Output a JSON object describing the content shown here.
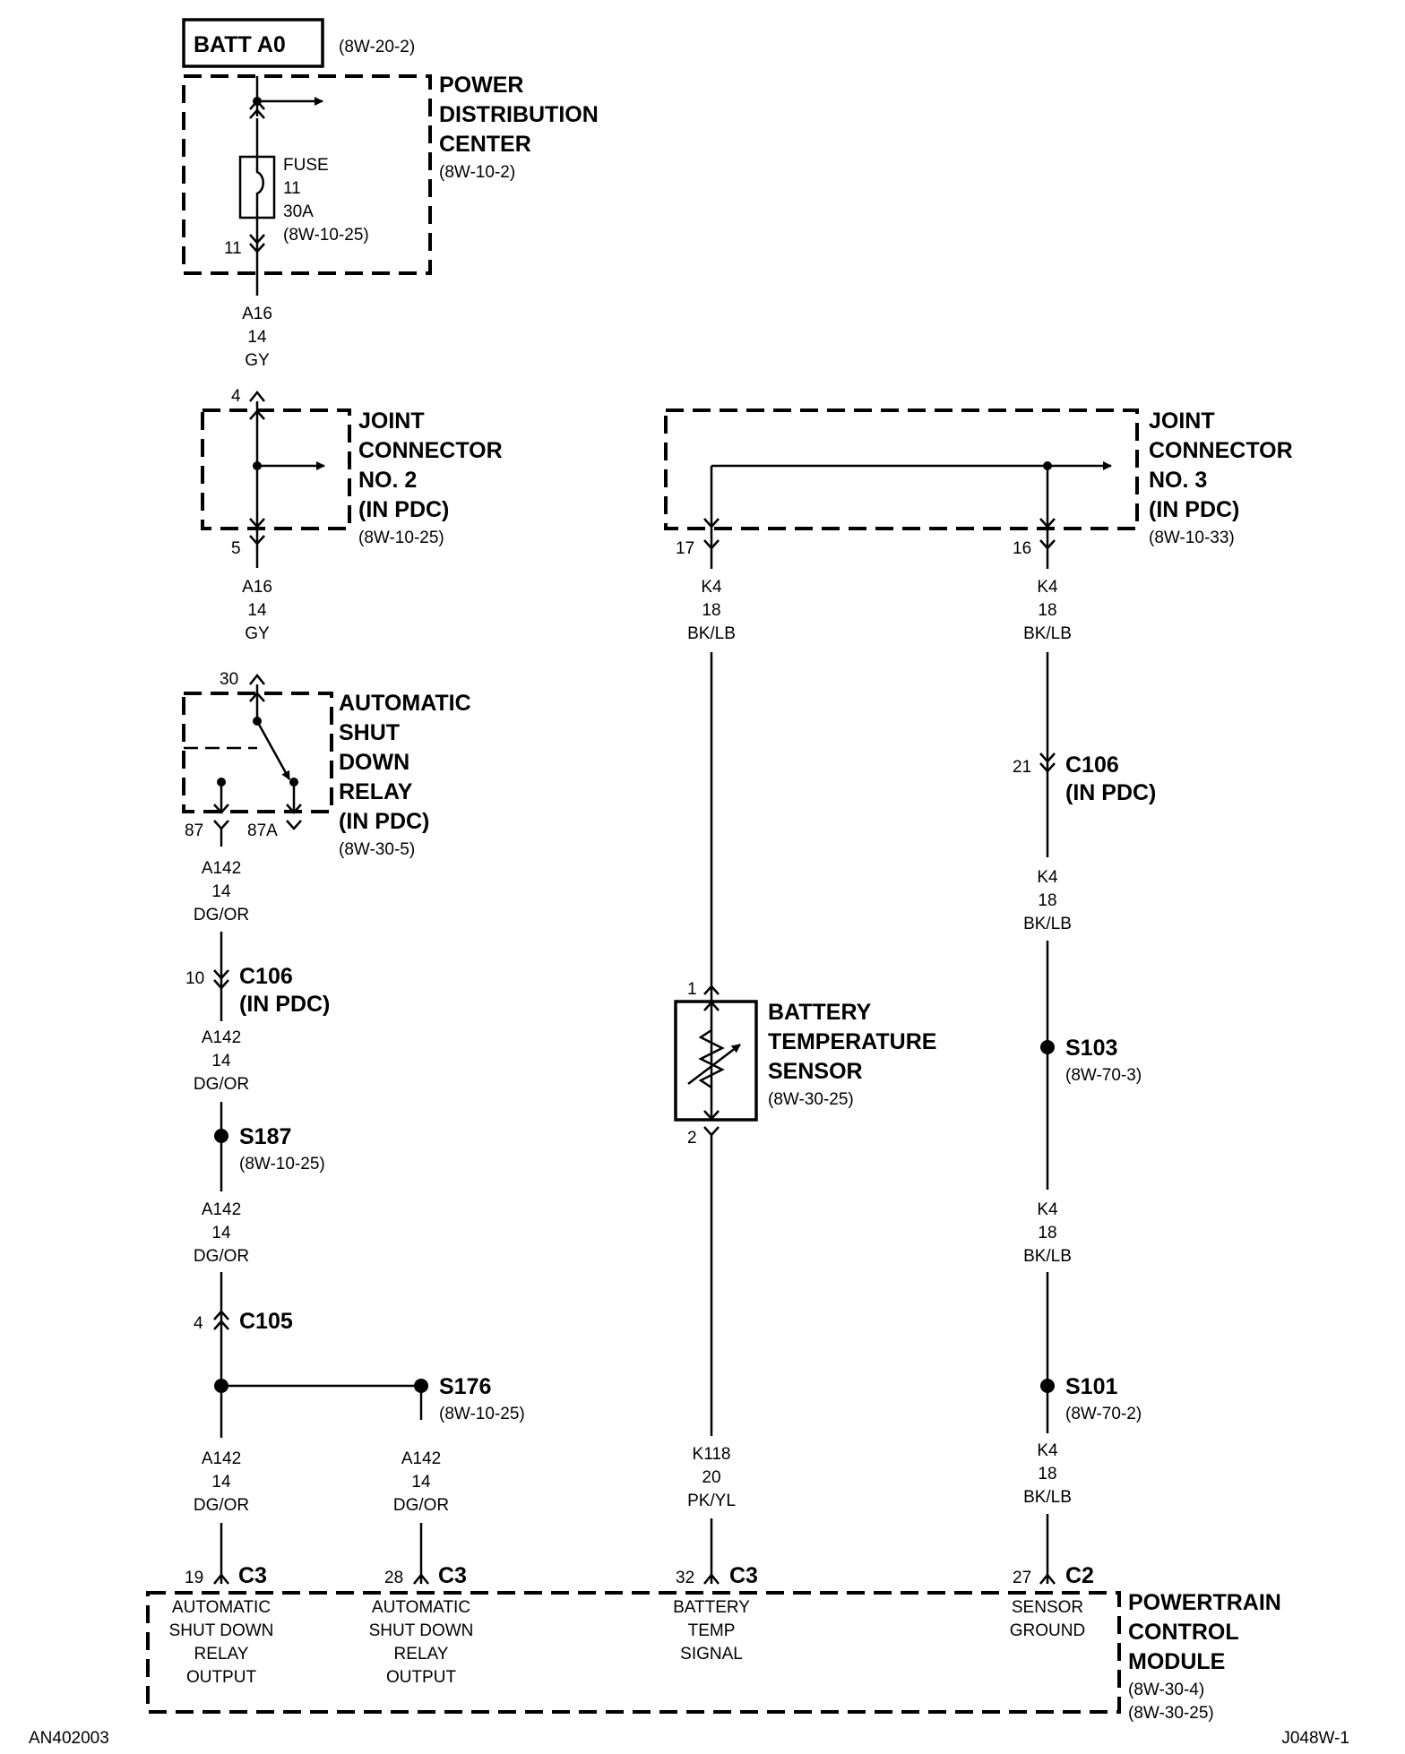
{
  "source": {
    "label": "BATT A0",
    "ref": "(8W-20-2)"
  },
  "pdc": {
    "title": [
      "POWER",
      "DISTRIBUTION",
      "CENTER"
    ],
    "ref": "(8W-10-2)",
    "fuse": [
      "FUSE",
      "11",
      "30A",
      "(8W-10-25)"
    ],
    "pin_out": "11"
  },
  "wire_a16_1": [
    "A16",
    "14",
    "GY"
  ],
  "jc2": {
    "title": [
      "JOINT",
      "CONNECTOR",
      "NO. 2",
      "(IN PDC)"
    ],
    "ref": "(8W-10-25)",
    "pin_in": "4",
    "pin_out": "5"
  },
  "wire_a16_2": [
    "A16",
    "14",
    "GY"
  ],
  "asd_relay": {
    "title": [
      "AUTOMATIC",
      "SHUT",
      "DOWN",
      "RELAY",
      "(IN PDC)"
    ],
    "ref": "(8W-30-5)",
    "pin_in": "30",
    "pin_87": "87",
    "pin_87a": "87A"
  },
  "wire_a142_1": [
    "A142",
    "14",
    "DG/OR"
  ],
  "c106_left": {
    "pin": "10",
    "label": [
      "C106",
      "(IN PDC)"
    ]
  },
  "wire_a142_2": [
    "A142",
    "14",
    "DG/OR"
  ],
  "s187": {
    "label": "S187",
    "ref": "(8W-10-25)"
  },
  "wire_a142_3": [
    "A142",
    "14",
    "DG/OR"
  ],
  "c105": {
    "pin": "4",
    "label": "C105"
  },
  "s176": {
    "label": "S176",
    "ref": "(8W-10-25)"
  },
  "wire_a142_4": [
    "A142",
    "14",
    "DG/OR"
  ],
  "wire_a142_5": [
    "A142",
    "14",
    "DG/OR"
  ],
  "jc3": {
    "title": [
      "JOINT",
      "CONNECTOR",
      "NO. 3",
      "(IN PDC)"
    ],
    "ref": "(8W-10-33)",
    "pin_left": "17",
    "pin_right": "16"
  },
  "wire_k4_left": [
    "K4",
    "18",
    "BK/LB"
  ],
  "wire_k4_right_1": [
    "K4",
    "18",
    "BK/LB"
  ],
  "c106_right": {
    "pin": "21",
    "label": [
      "C106",
      "(IN PDC)"
    ]
  },
  "wire_k4_right_2": [
    "K4",
    "18",
    "BK/LB"
  ],
  "s103": {
    "label": "S103",
    "ref": "(8W-70-3)"
  },
  "wire_k4_right_3": [
    "K4",
    "18",
    "BK/LB"
  ],
  "s101": {
    "label": "S101",
    "ref": "(8W-70-2)"
  },
  "wire_k4_right_4": [
    "K4",
    "18",
    "BK/LB"
  ],
  "bts": {
    "title": [
      "BATTERY",
      "TEMPERATURE",
      "SENSOR"
    ],
    "ref": "(8W-30-25)",
    "pin_top": "1",
    "pin_bottom": "2"
  },
  "wire_k118": [
    "K118",
    "20",
    "PK/YL"
  ],
  "pcm": {
    "title": [
      "POWERTRAIN",
      "CONTROL",
      "MODULE"
    ],
    "refs": [
      "(8W-30-4)",
      "(8W-30-25)"
    ],
    "pins": [
      {
        "pin": "19",
        "conn": "C3",
        "desc": [
          "AUTOMATIC",
          "SHUT DOWN",
          "RELAY",
          "OUTPUT"
        ]
      },
      {
        "pin": "28",
        "conn": "C3",
        "desc": [
          "AUTOMATIC",
          "SHUT DOWN",
          "RELAY",
          "OUTPUT"
        ]
      },
      {
        "pin": "32",
        "conn": "C3",
        "desc": [
          "BATTERY",
          "TEMP",
          "SIGNAL"
        ]
      },
      {
        "pin": "27",
        "conn": "C2",
        "desc": [
          "SENSOR",
          "GROUND"
        ]
      }
    ]
  },
  "footer": {
    "left": "AN402003",
    "right": "J048W-1"
  }
}
